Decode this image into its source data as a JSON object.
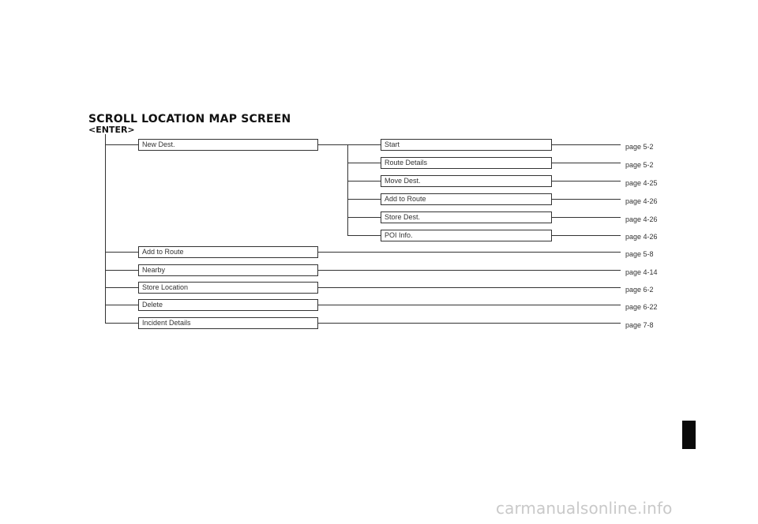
{
  "heading": {
    "title": "SCROLL LOCATION MAP SCREEN",
    "subtitle": "<ENTER>"
  },
  "tree": {
    "items": [
      {
        "label": "New Dest.",
        "page": ""
      },
      {
        "label": "Add to Route",
        "page": "page 5-8"
      },
      {
        "label": "Nearby",
        "page": "page 4-14"
      },
      {
        "label": "Store Location",
        "page": "page 6-2"
      },
      {
        "label": "Delete",
        "page": "page 6-22"
      },
      {
        "label": "Incident Details",
        "page": "page 7-8"
      }
    ],
    "sub_items": [
      {
        "label": "Start",
        "page": "page 5-2"
      },
      {
        "label": "Route Details",
        "page": "page 5-2"
      },
      {
        "label": "Move Dest.",
        "page": "page 4-25"
      },
      {
        "label": "Add to Route",
        "page": "page 4-26"
      },
      {
        "label": "Store Dest.",
        "page": "page 4-26"
      },
      {
        "label": "POI Info.",
        "page": "page 4-26"
      }
    ]
  },
  "watermark": "carmanualsonline.info"
}
